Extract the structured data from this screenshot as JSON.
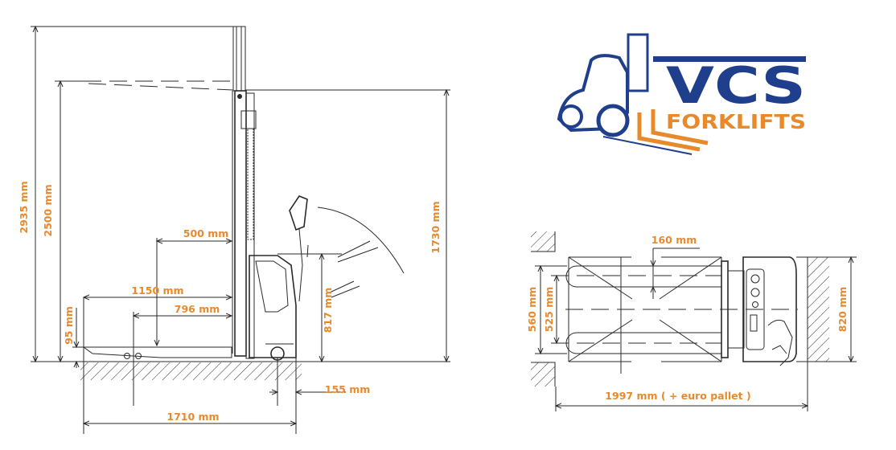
{
  "logo": {
    "brand": "VCS",
    "subtitle": "FORKLIFTS",
    "colors": {
      "blue": "#1f3f8c",
      "orange": "#e88a2c"
    }
  },
  "side_view": {
    "dimensions": {
      "overall_height_raised": "2935 mm",
      "lift_height": "2500 mm",
      "mast_height_lowered": "1730 mm",
      "load_center": "500 mm",
      "fork_length": "1150 mm",
      "fork_to_wheel": "796 mm",
      "fork_lowered_height": "95 mm",
      "tiller_height": "817 mm",
      "rear_overhang": "155 mm",
      "overall_length": "1710 mm"
    }
  },
  "top_view": {
    "dimensions": {
      "fork_width": "160 mm",
      "outer_fork_spread": "560 mm",
      "fork_center_spread": "525 mm",
      "overall_width": "820 mm",
      "aisle_length": "1997 mm ( + euro pallet )"
    }
  },
  "colors": {
    "dimension_text": "#e88a2c",
    "lines": "#2a2a2a"
  }
}
